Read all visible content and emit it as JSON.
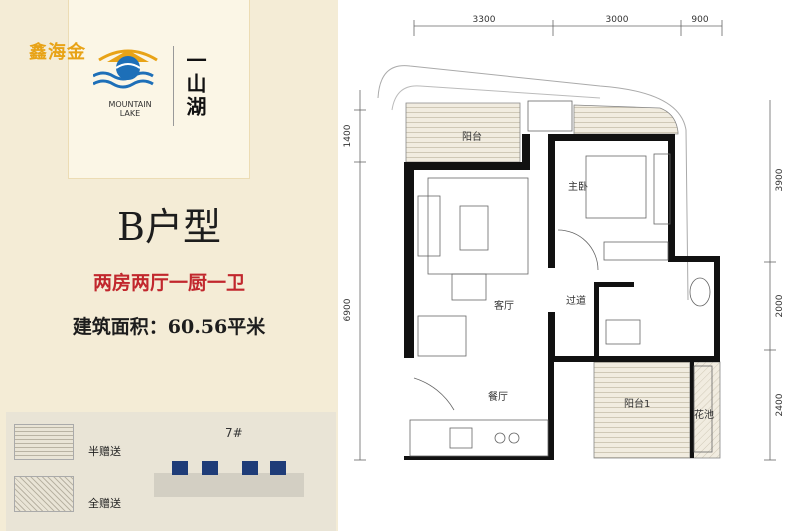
{
  "logo": {
    "brand_cn": "鑫海金",
    "project_en_line1": "MOUNTAIN",
    "project_en_line2": "LAKE",
    "project_cn": "一山湖"
  },
  "unit_type": "B户型",
  "layout_desc": "两房两厅一厨一卫",
  "area_text": "建筑面积：60.56平米",
  "legend": {
    "half_gift": "半赠送",
    "full_gift": "全赠送"
  },
  "building": "7#",
  "dimensions": {
    "top": [
      "3300",
      "3000",
      "900"
    ],
    "left": [
      "1400",
      "6900"
    ],
    "right": [
      "3900",
      "2000",
      "2400"
    ]
  },
  "rooms": {
    "balcony": "阳台",
    "master_bedroom": "主卧",
    "living_room": "客厅",
    "corridor": "过道",
    "dining_room": "餐厅",
    "balcony_1": "阳台1",
    "flower_bed": "花池"
  },
  "colors": {
    "accent_red": "#c1272d",
    "brand_gold": "#e8a317",
    "brand_blue": "#1d6fb8",
    "wall": "#111111"
  }
}
